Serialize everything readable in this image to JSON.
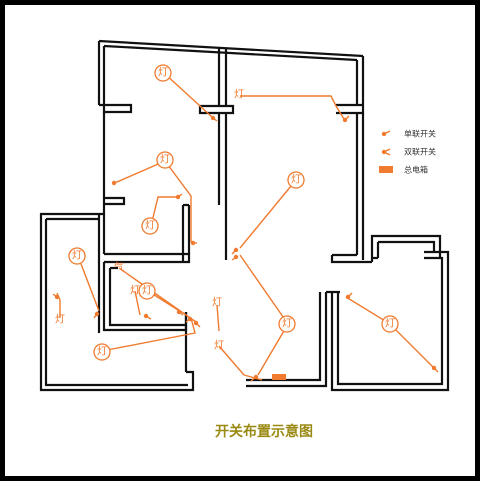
{
  "caption": "开关布置示意图",
  "legend": {
    "single_switch": "单联开关",
    "double_switch": "双联开关",
    "distribution_box": "总电箱"
  },
  "labels": {
    "lamp": "灯",
    "gas": "气"
  },
  "colors": {
    "wire": "#f07a2e",
    "wall": "#111111",
    "caption": "#9a8a14",
    "background": "#ffffff",
    "border": "#000000"
  }
}
